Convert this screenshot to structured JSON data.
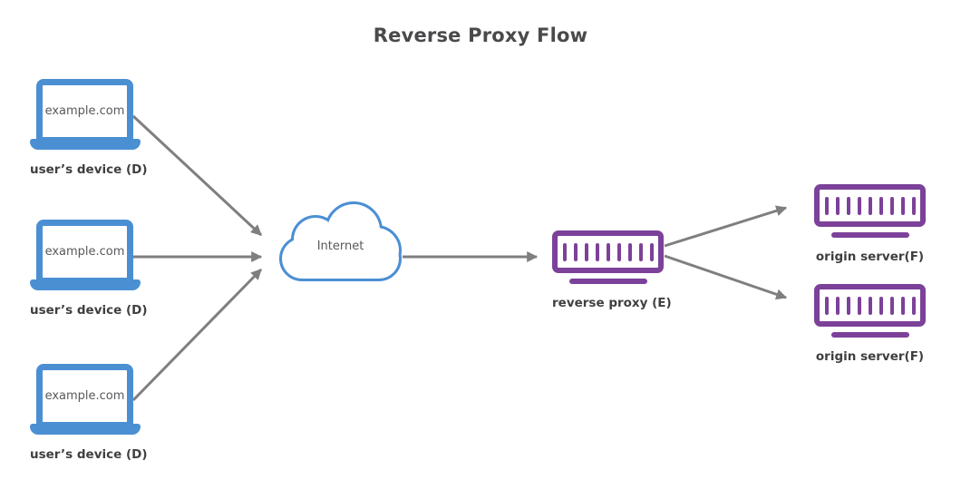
{
  "title": "Reverse Proxy Flow",
  "colors": {
    "device_blue": "#4B8FD3",
    "server_purple": "#7C4199",
    "arrow_gray": "#7F7F7F",
    "title_text": "#4A4A4C",
    "label_text": "#3F3F41",
    "screen_text": "#58595B"
  },
  "nodes": {
    "devices": [
      {
        "screen_text": "example.com",
        "label": "user’s device (D)"
      },
      {
        "screen_text": "example.com",
        "label": "user’s device (D)"
      },
      {
        "screen_text": "example.com",
        "label": "user’s device (D)"
      }
    ],
    "internet": {
      "label": "Internet"
    },
    "reverse_proxy": {
      "label": "reverse proxy (E)"
    },
    "origin_servers": [
      {
        "label": "origin server(F)"
      },
      {
        "label": "origin server(F)"
      }
    ]
  }
}
